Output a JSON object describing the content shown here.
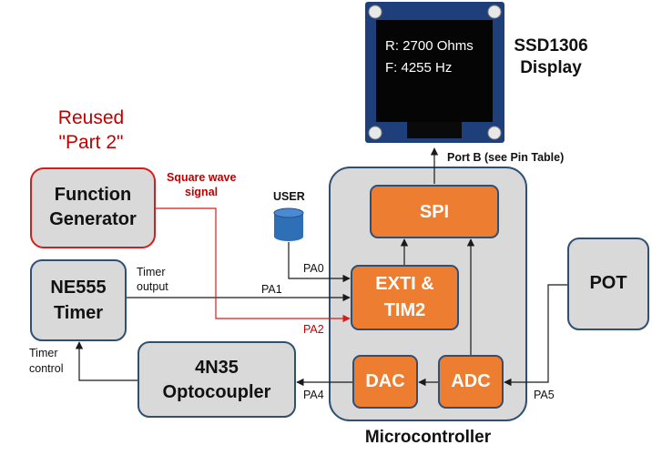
{
  "display": {
    "title_line1": "SSD1306",
    "title_line2": "Display",
    "screen_line1": "R: 2700 Ohms",
    "screen_line2": "F: 4255 Hz"
  },
  "reused": {
    "line1": "Reused",
    "line2": "\"Part 2\""
  },
  "blocks": {
    "function_generator_line1": "Function",
    "function_generator_line2": "Generator",
    "ne555_line1": "NE555",
    "ne555_line2": "Timer",
    "optocoupler_line1": "4N35",
    "optocoupler_line2": "Optocoupler",
    "pot": "POT",
    "spi": "SPI",
    "exti_line1": "EXTI &",
    "exti_line2": "TIM2",
    "dac": "DAC",
    "adc": "ADC",
    "microcontroller": "Microcontroller",
    "user": "USER"
  },
  "labels": {
    "square_wave_line1": "Square wave",
    "square_wave_line2": "signal",
    "timer_output_line1": "Timer",
    "timer_output_line2": "output",
    "timer_control_line1": "Timer",
    "timer_control_line2": "control",
    "port_b": "Port B (see Pin Table)",
    "pa0": "PA0",
    "pa1": "PA1",
    "pa2": "PA2",
    "pa4": "PA4",
    "pa5": "PA5"
  },
  "colors": {
    "orange": "#ed7d31",
    "gray_box": "#d9d9d9",
    "blue_border": "#2f4f75",
    "red": "#c00000",
    "user_cylinder": "#2f6fb5"
  }
}
